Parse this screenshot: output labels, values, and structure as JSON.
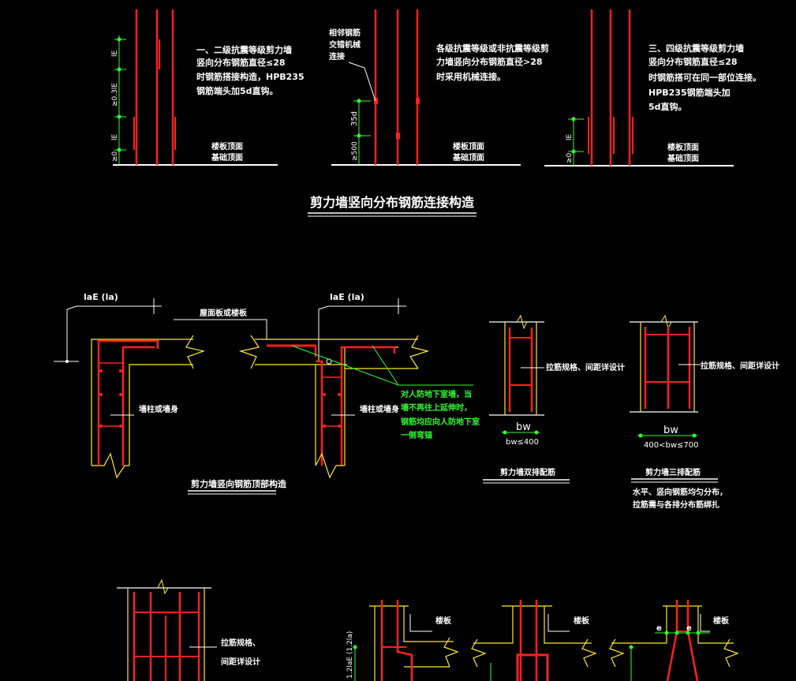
{
  "top": {
    "note_left": [
      "一、二级抗震等级剪力墙",
      "竖向分布钢筋直径≤28",
      "时钢筋搭接构造，HPB235",
      "钢筋端头加5d直钩。"
    ],
    "note_mid": [
      "各级抗震等级或非抗震等级剪",
      "力墙竖向分布钢筋直径>28",
      "时采用机械连接。"
    ],
    "note_right": [
      "三、四级抗震等级剪力墙",
      "竖向分布钢筋直径≤28",
      "时钢筋搭可在同一部位连接。",
      "HPB235钢筋端头加",
      "5d直钩。"
    ],
    "mid_leader": [
      "相邻钢筋",
      "交错机械",
      "连接"
    ],
    "slab_top": "楼板顶面",
    "foundation_top": "基础顶面",
    "dim_left": {
      "le1": "lE",
      "gap": "≥0.3lE",
      "le2": "lE",
      "base": "≥0"
    },
    "dim_mid": {
      "d35": "35d",
      "ge500": "≥500"
    },
    "dim_right": {
      "le": "lE",
      "base": "≥0"
    },
    "title": "剪力墙竖向分布钢筋连接构造"
  },
  "middle": {
    "lae_left": "laE (la)",
    "lae_right": "laE (la)",
    "roof_label": "屋面板或楼板",
    "wall_label_left": "墙柱或墙身",
    "wall_label_right": "墙柱或墙身",
    "green_note": [
      "对人防地下室墙，当",
      "墙不再往上延伸时，",
      "钢筋均应向人防地下室",
      "一侧弯锚"
    ],
    "top_title": "剪力墙竖向钢筋顶部构造",
    "double_label": "拉筋规格、间距详设计",
    "double_bw": "bw",
    "double_cond": "bw≤400",
    "double_title": "剪力墙双排配筋",
    "triple_label": "拉筋规格、间距详设计",
    "triple_bw": "bw",
    "triple_cond": "400<bw≤700",
    "triple_title": "剪力墙三排配筋",
    "triple_note": [
      "水平、竖向钢筋均匀分布，",
      "拉筋需与各排分布筋绑扎"
    ]
  },
  "bottom": {
    "tie_label": [
      "拉筋规格、",
      "间距详设计"
    ],
    "slab1": "楼板",
    "slab2": "楼板",
    "slab3": "楼板",
    "e1": "e",
    "e2": "e",
    "dim_lae": "1.2laE (1.2la)"
  }
}
